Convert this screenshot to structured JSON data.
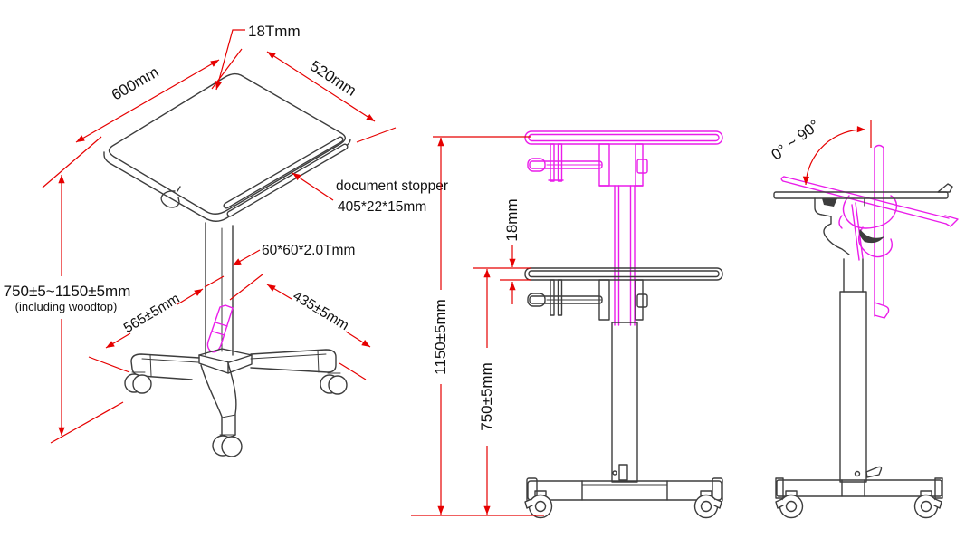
{
  "drawing": {
    "description": "Three-view dimensional drawing of a height-adjustable mobile laptop desk",
    "colors": {
      "dimension": "#e60000",
      "outline": "#3d3d3d",
      "highlight": "#ea1dea",
      "ink": "#111111",
      "background": "#ffffff"
    },
    "iso": {
      "thickness": "18Tmm",
      "top_depth": "600mm",
      "top_width": "520mm",
      "stopper_name": "document stopper",
      "stopper_size": "405*22*15mm",
      "column_size": "60*60*2.0Tmm",
      "height_range": "750±5~1150±5mm",
      "height_note": "(including woodtop)",
      "base_front": "565±5mm",
      "base_side": "435±5mm"
    },
    "front": {
      "max_height": "1150±5mm",
      "min_height": "750±5mm",
      "top_thickness": "18mm"
    },
    "side": {
      "tilt_range": "0° ~ 90°"
    }
  }
}
